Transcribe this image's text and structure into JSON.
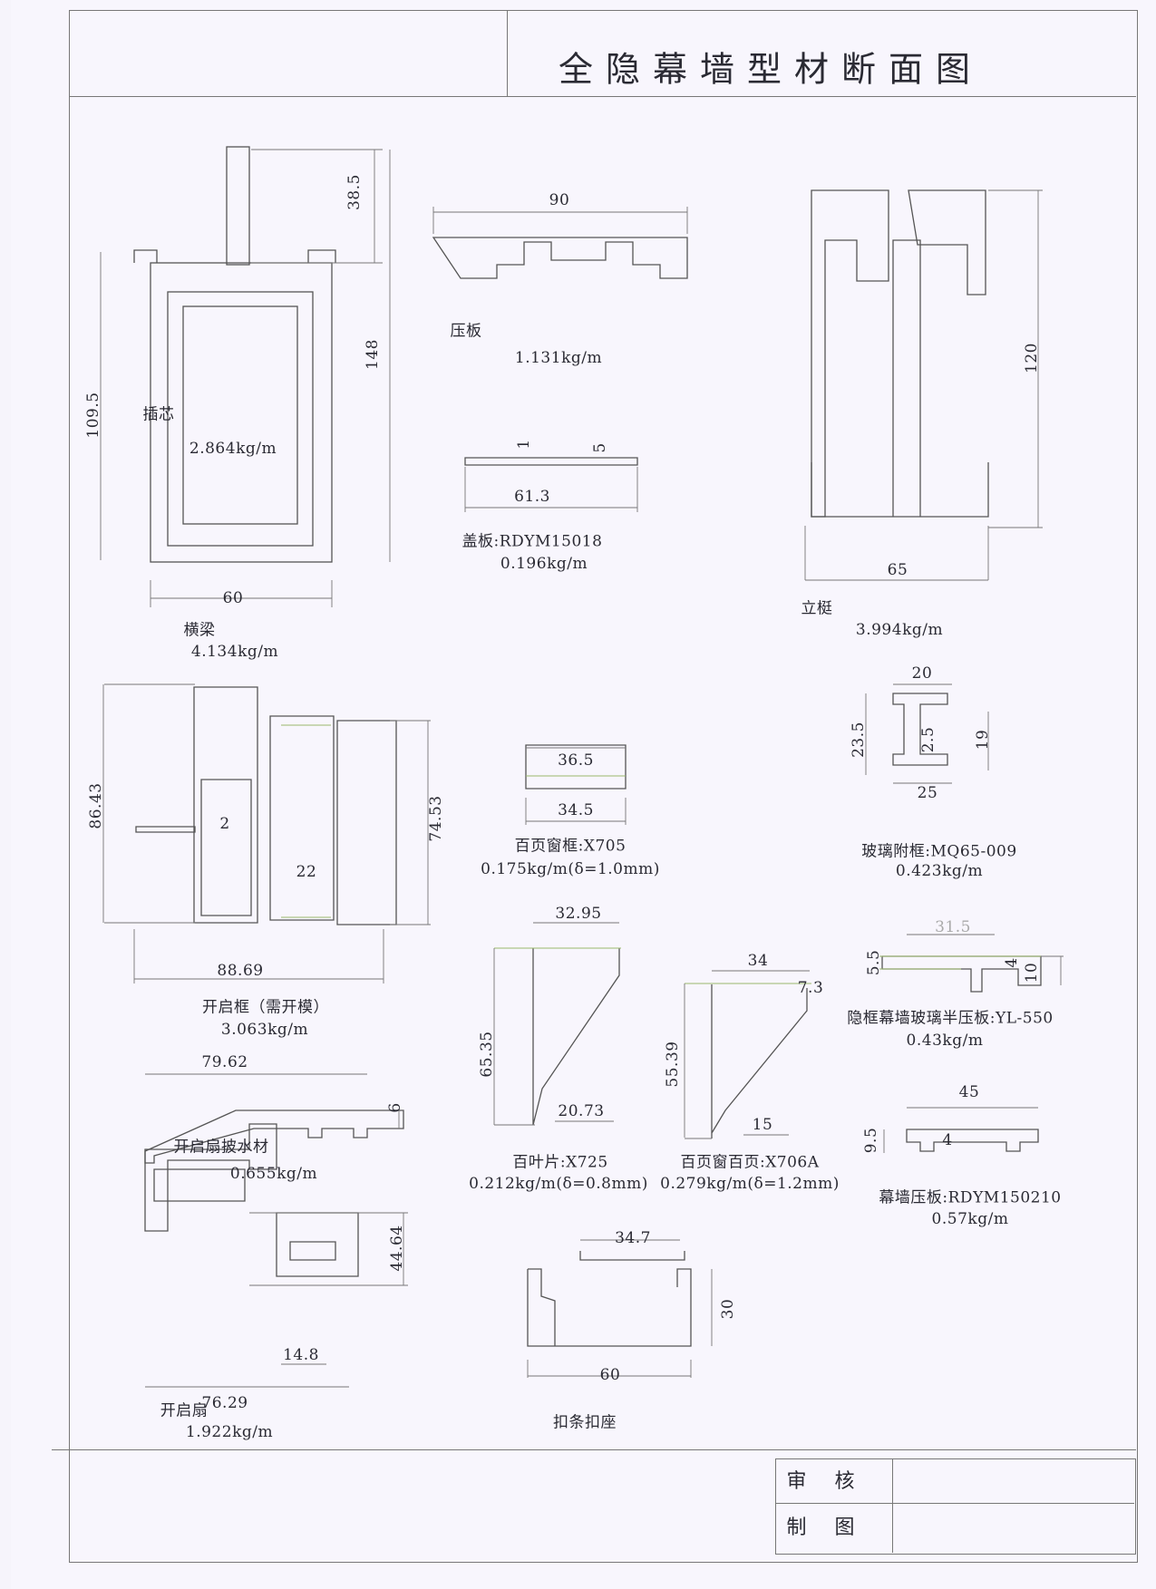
{
  "title": "全隐幕墙型材断面图",
  "signoff": {
    "review": "审 核",
    "drawing": "制 图"
  },
  "profiles": [
    {
      "name": "横梁",
      "insert": "插芯",
      "insert_weight": "2.864kg/m",
      "weight": "4.134kg/m",
      "dims": [
        "38.5",
        "148",
        "109.5",
        "60"
      ]
    },
    {
      "name": "压板",
      "weight": "1.131kg/m",
      "dims": [
        "90"
      ]
    },
    {
      "name": "盖板:RDYM15018",
      "weight": "0.196kg/m",
      "dims": [
        "1",
        "5",
        "61.3"
      ]
    },
    {
      "name": "立梃",
      "weight": "3.994kg/m",
      "dims": [
        "120",
        "65"
      ]
    },
    {
      "name": "开启框（需开模）",
      "weight": "3.063kg/m",
      "dims": [
        "86.43",
        "2",
        "22",
        "74.53",
        "88.69"
      ]
    },
    {
      "name": "百页窗框:X705",
      "weight": "0.175kg/m(δ=1.0mm)",
      "dims": [
        "36.5",
        "34.5"
      ]
    },
    {
      "name": "玻璃附框:MQ65-009",
      "weight": "0.423kg/m",
      "dims": [
        "20",
        "23.5",
        "2.5",
        "19",
        "25"
      ]
    },
    {
      "name": "隐框幕墙玻璃半压板:YL-550",
      "weight": "0.43kg/m",
      "dims": [
        "31.5",
        "5.5",
        "4",
        "10"
      ]
    },
    {
      "name": "百叶片:X725",
      "weight": "0.212kg/m(δ=0.8mm)",
      "dims": [
        "32.95",
        "65.35",
        "20.73"
      ]
    },
    {
      "name": "百页窗百页:X706A",
      "weight": "0.279kg/m(δ=1.2mm)",
      "dims": [
        "34",
        "7.3",
        "55.39",
        "15"
      ]
    },
    {
      "name": "幕墙压板:RDYM150210",
      "weight": "0.57kg/m",
      "dims": [
        "45",
        "9.5",
        "4"
      ]
    },
    {
      "name": "开启扇披水材",
      "weight": "0.655kg/m",
      "dims": [
        "79.62",
        "6"
      ]
    },
    {
      "name": "开启扇",
      "weight": "1.922kg/m",
      "dims": [
        "44.64",
        "14.8",
        "76.29"
      ]
    },
    {
      "name": "扣条扣座",
      "dims": [
        "34.7",
        "30",
        "60"
      ]
    }
  ]
}
